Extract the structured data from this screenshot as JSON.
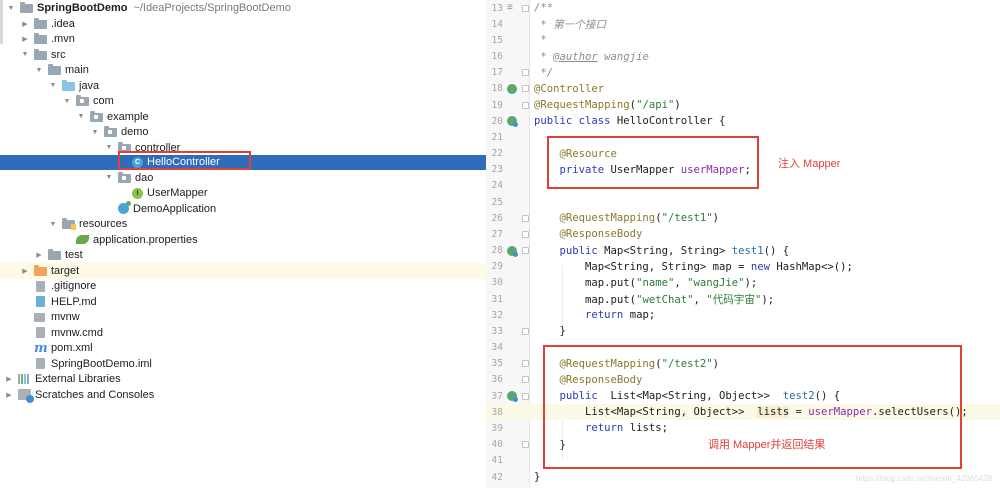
{
  "project_tree": {
    "items": [
      {
        "label": "SpringBootDemo",
        "path": "~/IdeaProjects/SpringBootDemo",
        "depth": 0,
        "expanded": true,
        "icon": "project-module-icon"
      },
      {
        "label": ".idea",
        "depth": 1,
        "expanded": false,
        "icon": "folder-icon"
      },
      {
        "label": ".mvn",
        "depth": 1,
        "expanded": false,
        "icon": "folder-icon"
      },
      {
        "label": "src",
        "depth": 1,
        "expanded": true,
        "icon": "folder-icon"
      },
      {
        "label": "main",
        "depth": 2,
        "expanded": true,
        "icon": "folder-icon"
      },
      {
        "label": "java",
        "depth": 3,
        "expanded": true,
        "icon": "source-folder-icon"
      },
      {
        "label": "com",
        "depth": 4,
        "expanded": true,
        "icon": "package-icon"
      },
      {
        "label": "example",
        "depth": 5,
        "expanded": true,
        "icon": "package-icon"
      },
      {
        "label": "demo",
        "depth": 6,
        "expanded": true,
        "icon": "package-icon"
      },
      {
        "label": "controller",
        "depth": 7,
        "expanded": true,
        "icon": "package-icon"
      },
      {
        "label": "HelloController",
        "depth": 8,
        "icon": "java-class-icon",
        "selected": true
      },
      {
        "label": "dao",
        "depth": 7,
        "expanded": true,
        "icon": "package-icon"
      },
      {
        "label": "UserMapper",
        "depth": 8,
        "icon": "java-interface-icon"
      },
      {
        "label": "DemoApplication",
        "depth": 7,
        "icon": "spring-boot-app-icon"
      },
      {
        "label": "resources",
        "depth": 3,
        "expanded": true,
        "icon": "resources-folder-icon"
      },
      {
        "label": "application.properties",
        "depth": 4,
        "icon": "properties-file-icon"
      },
      {
        "label": "test",
        "depth": 2,
        "expanded": false,
        "icon": "folder-icon"
      },
      {
        "label": "target",
        "depth": 1,
        "expanded": false,
        "icon": "excluded-folder-icon",
        "highlighted": true
      },
      {
        "label": ".gitignore",
        "depth": 1,
        "icon": "gitignore-file-icon"
      },
      {
        "label": "HELP.md",
        "depth": 1,
        "icon": "markdown-file-icon"
      },
      {
        "label": "mvnw",
        "depth": 1,
        "icon": "shell-file-icon"
      },
      {
        "label": "mvnw.cmd",
        "depth": 1,
        "icon": "text-file-icon"
      },
      {
        "label": "pom.xml",
        "depth": 1,
        "icon": "maven-icon"
      },
      {
        "label": "SpringBootDemo.iml",
        "depth": 1,
        "icon": "iml-file-icon"
      },
      {
        "label": "External Libraries",
        "depth": 0,
        "expanded": false,
        "icon": "libraries-icon"
      },
      {
        "label": "Scratches and Consoles",
        "depth": 0,
        "expanded": false,
        "icon": "scratches-icon"
      }
    ]
  },
  "editor": {
    "file": "HelloController",
    "current_line": 38,
    "lines": [
      {
        "n": "13",
        "text": "/**"
      },
      {
        "n": "14",
        "text": " * 第一个接口"
      },
      {
        "n": "15",
        "text": " *"
      },
      {
        "n": "16",
        "text": " * @author wangjie"
      },
      {
        "n": "17",
        "text": " */"
      },
      {
        "n": "18",
        "text": "@Controller"
      },
      {
        "n": "19",
        "text": "@RequestMapping(\"/api\")"
      },
      {
        "n": "20",
        "text": "public class HelloController {"
      },
      {
        "n": "21",
        "text": ""
      },
      {
        "n": "22",
        "text": "    @Resource"
      },
      {
        "n": "23",
        "text": "    private UserMapper userMapper;"
      },
      {
        "n": "24",
        "text": ""
      },
      {
        "n": "25",
        "text": ""
      },
      {
        "n": "26",
        "text": "    @RequestMapping(\"/test1\")"
      },
      {
        "n": "27",
        "text": "    @ResponseBody"
      },
      {
        "n": "28",
        "text": "    public Map<String, String> test1() {"
      },
      {
        "n": "29",
        "text": "        Map<String, String> map = new HashMap<>();"
      },
      {
        "n": "30",
        "text": "        map.put(\"name\", \"wangJie\");"
      },
      {
        "n": "31",
        "text": "        map.put(\"wetChat\", \"代码宇宙\");"
      },
      {
        "n": "32",
        "text": "        return map;"
      },
      {
        "n": "33",
        "text": "    }"
      },
      {
        "n": "34",
        "text": ""
      },
      {
        "n": "35",
        "text": "    @RequestMapping(\"/test2\")"
      },
      {
        "n": "36",
        "text": "    @ResponseBody"
      },
      {
        "n": "37",
        "text": "    public  List<Map<String, Object>>  test2() {"
      },
      {
        "n": "38",
        "text": "        List<Map<String, Object>>  lists = userMapper.selectUsers();"
      },
      {
        "n": "39",
        "text": "        return lists;"
      },
      {
        "n": "40",
        "text": "    }"
      },
      {
        "n": "41",
        "text": ""
      },
      {
        "n": "42",
        "text": "}"
      }
    ]
  },
  "annotations": {
    "inject_note": "注入 Mapper",
    "call_note": "调用 Mapper并返回结果"
  },
  "colors": {
    "selection": "#2f6cba",
    "annotation_red": "#e0403a",
    "keyword": "#2a3bb8",
    "string": "#2e7d32",
    "annotation": "#8a7a2a",
    "field": "#8a2aa8"
  },
  "watermark": "https://blog.csdn.net/weixin_42065428"
}
